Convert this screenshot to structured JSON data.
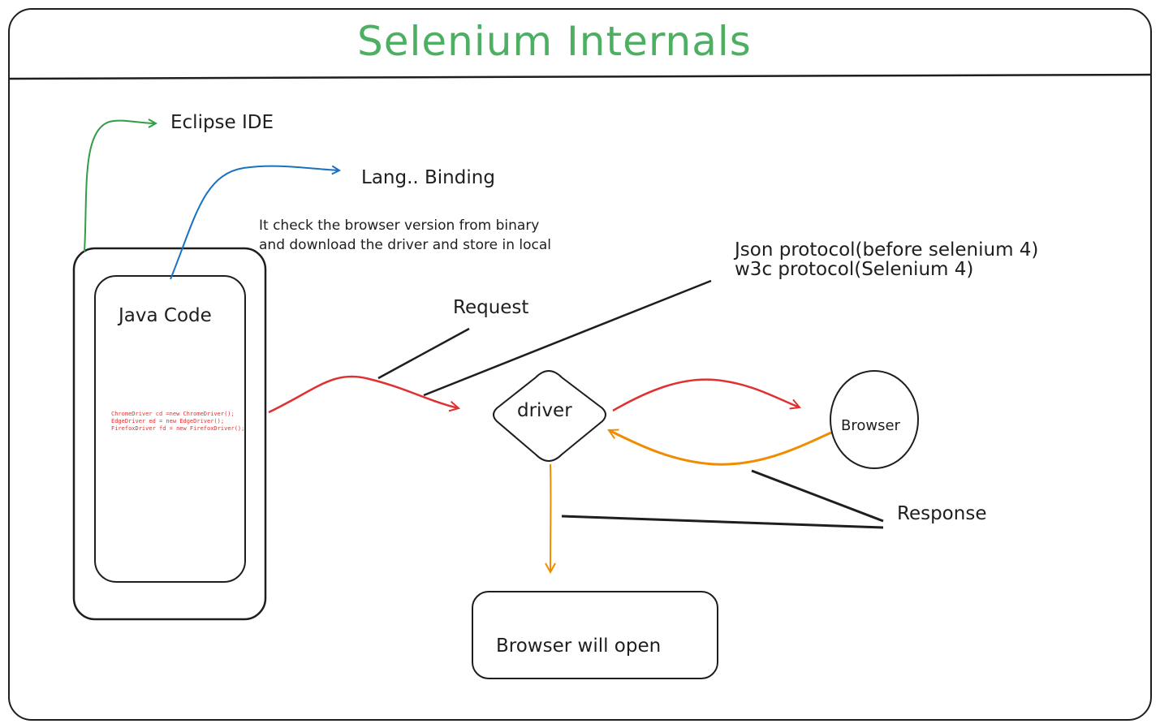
{
  "diagram": {
    "title": "Selenium Internals",
    "labels": {
      "eclipse": "Eclipse IDE",
      "binding": "Lang.. Binding",
      "note_line1": "It check the browser version from binary",
      "note_line2": "and download the driver and store in local",
      "protocol_line1": "Json protocol(before selenium 4)",
      "protocol_line2": "w3c protocol(Selenium 4)",
      "request": "Request",
      "response": "Response"
    },
    "nodes": {
      "java_code": "Java Code",
      "code_line1": "ChromeDriver cd =new ChromeDriver();",
      "code_line2": "EdgeDriver ed = new EdgeDriver();",
      "code_line3": "FirefoxDriver fd = new FirefoxDriver();",
      "driver": "driver",
      "browser": "Browser",
      "browser_open": "Browser will open"
    },
    "colors": {
      "title": "#4caf61",
      "ide_arrow": "#2f9e44",
      "binding_arrow": "#1971c2",
      "request_arrow": "#e03131",
      "response_arrow": "#f08c00",
      "ink": "#1e1e1e"
    }
  }
}
